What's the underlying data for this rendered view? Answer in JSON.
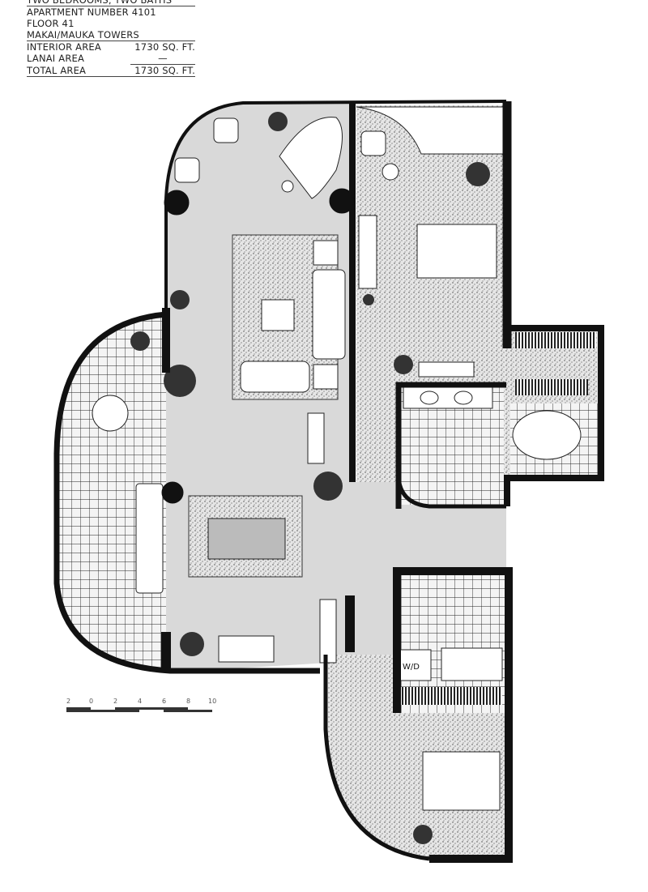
{
  "info": {
    "unit_type": "TWO BEDROOMS, TWO BATHS",
    "apartment": "APARTMENT NUMBER 4101",
    "floor": "FLOOR 41",
    "building": "MAKAI/MAUKA TOWERS",
    "areas": [
      {
        "label": "INTERIOR AREA",
        "value": "1730 SQ. FT."
      },
      {
        "label": "LANAI AREA",
        "value": "—"
      },
      {
        "label": "TOTAL AREA",
        "value": "1730 SQ. FT."
      }
    ]
  },
  "plan": {
    "labels": {
      "washer_dryer": "W/D"
    },
    "scale_ticks": [
      "2",
      "0",
      "2",
      "4",
      "6",
      "8",
      "10"
    ],
    "colors": {
      "wall": "#111111",
      "floor": "#d9d9d9",
      "carpet": "#cfcfcf",
      "tile_line": "#222222"
    }
  }
}
